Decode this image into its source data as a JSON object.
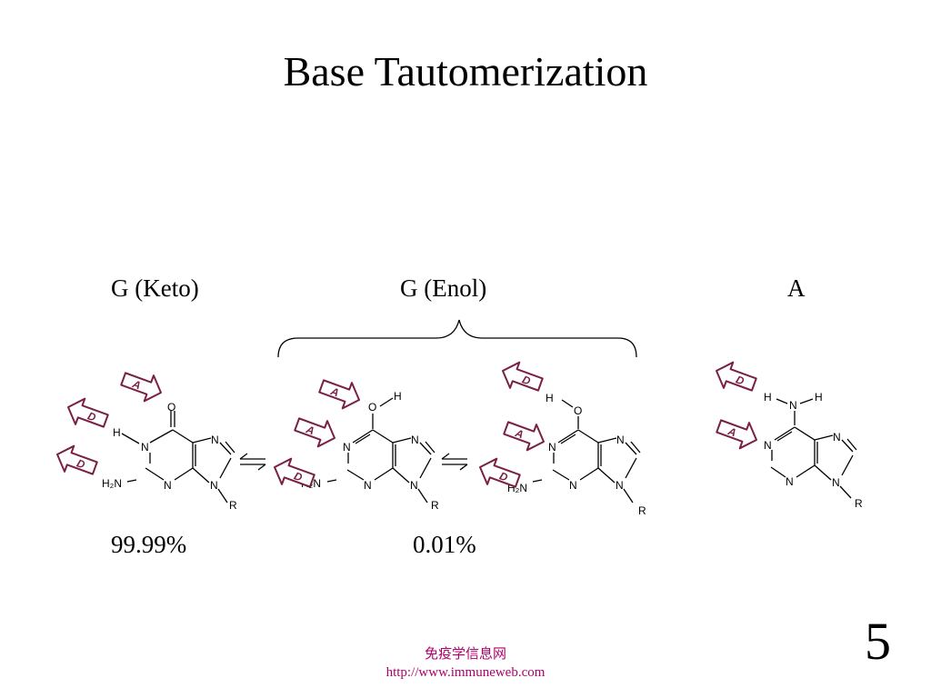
{
  "title": "Base Tautomerization",
  "labels": {
    "g_keto": "G (Keto)",
    "g_enol": "G (Enol)",
    "adenine": "A"
  },
  "percentages": {
    "keto": "99.99%",
    "enol": "0.01%"
  },
  "atoms": {
    "oxygen": "O",
    "nitrogen": "N",
    "hydrogen": "H",
    "amine": "H₂N",
    "r_group": "R"
  },
  "badges": {
    "acceptor": "A",
    "donor": "D"
  },
  "page_number": "5",
  "footer": {
    "site_name": "免疫学信息网",
    "url": "http://www.immuneweb.com"
  },
  "colors": {
    "badge_stroke": "#7a1f45",
    "footer_text": "#b0006a"
  }
}
